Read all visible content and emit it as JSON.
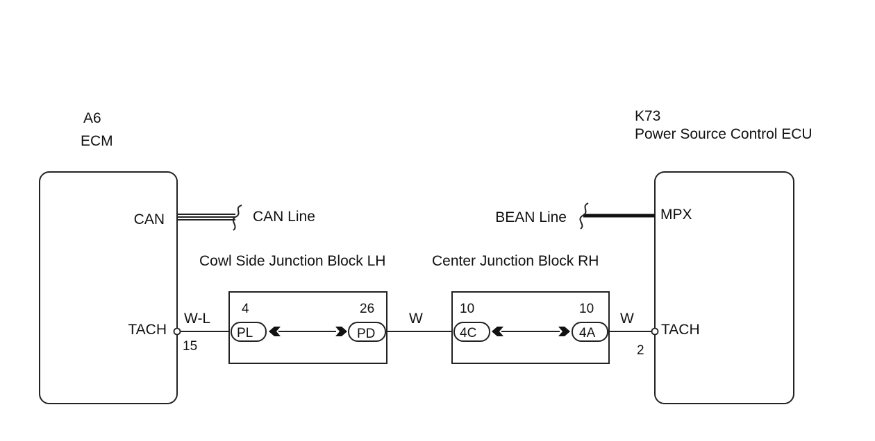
{
  "ecm": {
    "code": "A6",
    "name": "ECM",
    "can_label": "CAN",
    "tach_label": "TACH",
    "tach_pin": "15"
  },
  "power_ecu": {
    "code": "K73",
    "name": "Power Source Control ECU",
    "mpx_label": "MPX",
    "tach_label": "TACH",
    "tach_pin": "2"
  },
  "lines": {
    "can_line": "CAN Line",
    "bean_line": "BEAN Line"
  },
  "cowl_jb": {
    "title": "Cowl Side Junction Block LH",
    "left_pin": "4",
    "left_conn": "PL",
    "right_pin": "26",
    "right_conn": "PD"
  },
  "center_jb": {
    "title": "Center Junction Block RH",
    "left_pin": "10",
    "left_conn": "4C",
    "right_pin": "10",
    "right_conn": "4A"
  },
  "wires": {
    "ecm_to_cowl": "W-L",
    "cowl_to_center": "W",
    "center_to_ecu": "W"
  }
}
